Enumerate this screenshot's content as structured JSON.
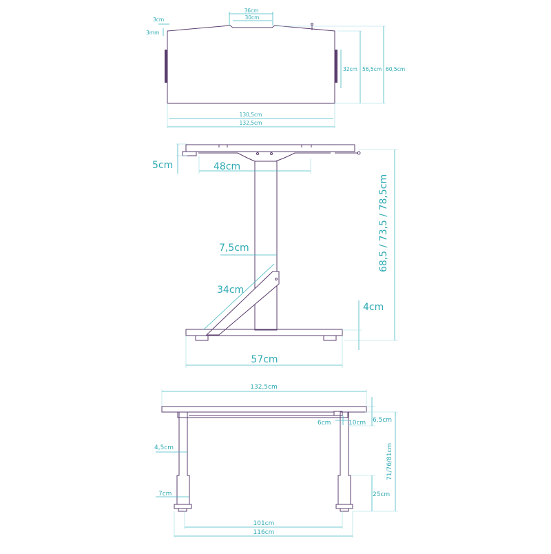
{
  "colors": {
    "outline": "#5a3d6d",
    "dimension": "#3fb7c0"
  },
  "top_view": {
    "edge_3cm": "3cm",
    "edge_3mm": "3mm",
    "notch_outer": "36cm",
    "notch_inner": "30cm",
    "handle_length": "32cm",
    "depth_inner": "56,5cm",
    "depth_outer": "60,5cm",
    "width_inner": "130,5cm",
    "width_outer": "132,5cm"
  },
  "side_view": {
    "top_thickness": "5cm",
    "frame_width": "48cm",
    "height_range": "68,5 / 73,5 / 78,5cm",
    "column_width": "7,5cm",
    "brace_length": "34cm",
    "foot_height": "4cm",
    "foot_length": "57cm"
  },
  "front_view": {
    "top_width": "132,5cm",
    "bracket_6cm": "6cm",
    "bracket_10cm": "10cm",
    "frame_depth": "6,5cm",
    "leg_width": "4,5cm",
    "height_range": "71/76/81cm",
    "lower_leg": "7cm",
    "lower_height": "25cm",
    "inner_span": "101cm",
    "outer_span": "116cm"
  }
}
